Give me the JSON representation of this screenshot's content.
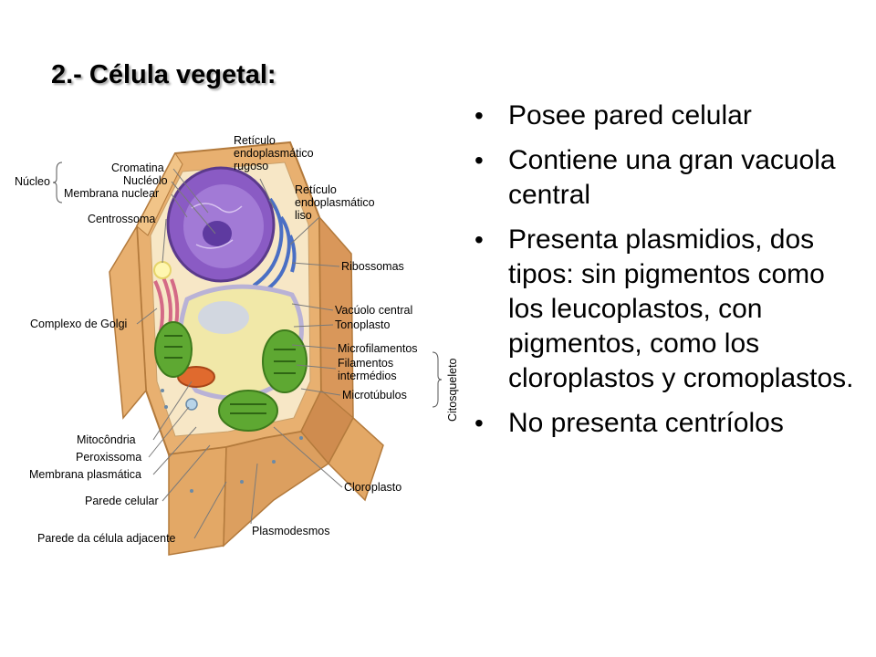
{
  "slide": {
    "title": "2.- Célula vegetal:",
    "bullets": [
      "Posee pared celular",
      "Contiene una gran vacuola central",
      "Presenta plasmidios, dos tipos: sin pigmentos como los leucoplastos, con pigmentos, como los cloroplastos y cromoplastos.",
      "No presenta centríolos"
    ]
  },
  "diagram": {
    "labels": {
      "nucleo": "Núcleo",
      "cromatina": "Cromatina",
      "nucleolo": "Nucléolo",
      "membrana_nuclear": "Membrana nuclear",
      "centrossoma": "Centrossoma",
      "complexo_golgi": "Complexo de Golgi",
      "mitocondria": "Mitocôndria",
      "peroxissoma": "Peroxissoma",
      "membrana_plasmatica": "Membrana plasmática",
      "parede_celular": "Parede celular",
      "parede_adjacente": "Parede da célula adjacente",
      "rer_1": "Retículo",
      "rer_2": "endoplasmático",
      "rer_3": "rugoso",
      "rel_1": "Retículo",
      "rel_2": "endoplasmático",
      "rel_3": "liso",
      "ribossomas": "Ribossomas",
      "vacuolo_central": "Vacúolo central",
      "tonoplasto": "Tonoplasto",
      "microfilamentos": "Microfilamentos",
      "filamentos_1": "Filamentos",
      "filamentos_2": "intermédios",
      "microtubulos": "Microtúbulos",
      "citosqueleto": "Citosqueleto",
      "cloroplasto": "Cloroplasto",
      "plasmodesmos": "Plasmodesmos"
    }
  }
}
